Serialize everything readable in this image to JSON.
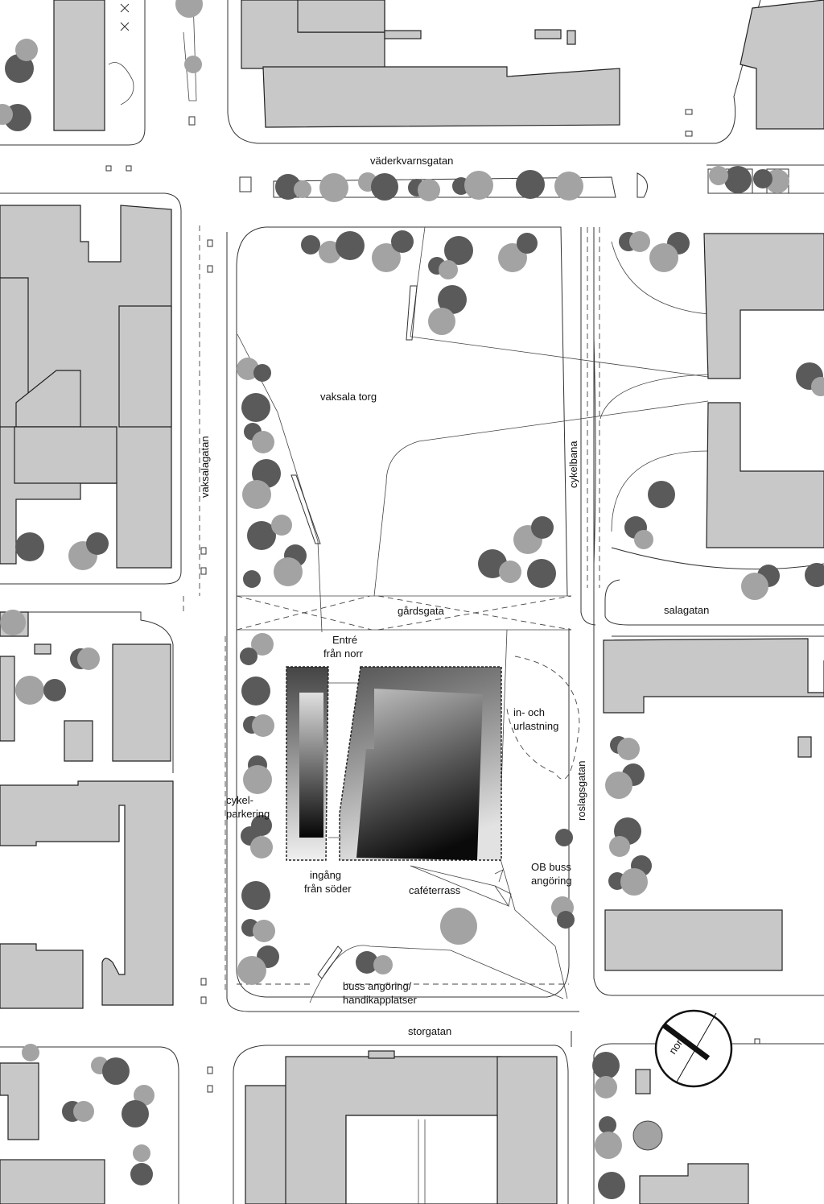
{
  "streets": {
    "vaderkvarnsgatan": "väderkvarnsgatan",
    "vaksalagatan": "vaksalagatan",
    "cykelbana": "cykelbana",
    "salagatan": "salagatan",
    "roslagsgatan": "roslagsgatan",
    "storgatan": "storgatan",
    "gardsgata": "gårdsgata"
  },
  "places": {
    "vaksala_torg": "vaksala torg",
    "entre_norr_line1": "Entré",
    "entre_norr_line2": "från norr",
    "lastning_line1": "in- och",
    "lastning_line2": "urlastning",
    "cykel_line1": "cykel-",
    "cykel_line2": "parkering",
    "ingang_line1": "ingång",
    "ingang_line2": "från söder",
    "caferrass": "caféterrass",
    "ob_line1": "OB buss",
    "ob_line2": "angöring",
    "buss_line1": "buss angöring/",
    "buss_line2": "handikapplatser"
  },
  "north_arrow": {
    "label": "norr"
  },
  "colors": {
    "building": "#c8c8c8",
    "tree_dark": "#5a5a5a",
    "tree_light": "#a3a3a3",
    "background": "#ffffff"
  }
}
